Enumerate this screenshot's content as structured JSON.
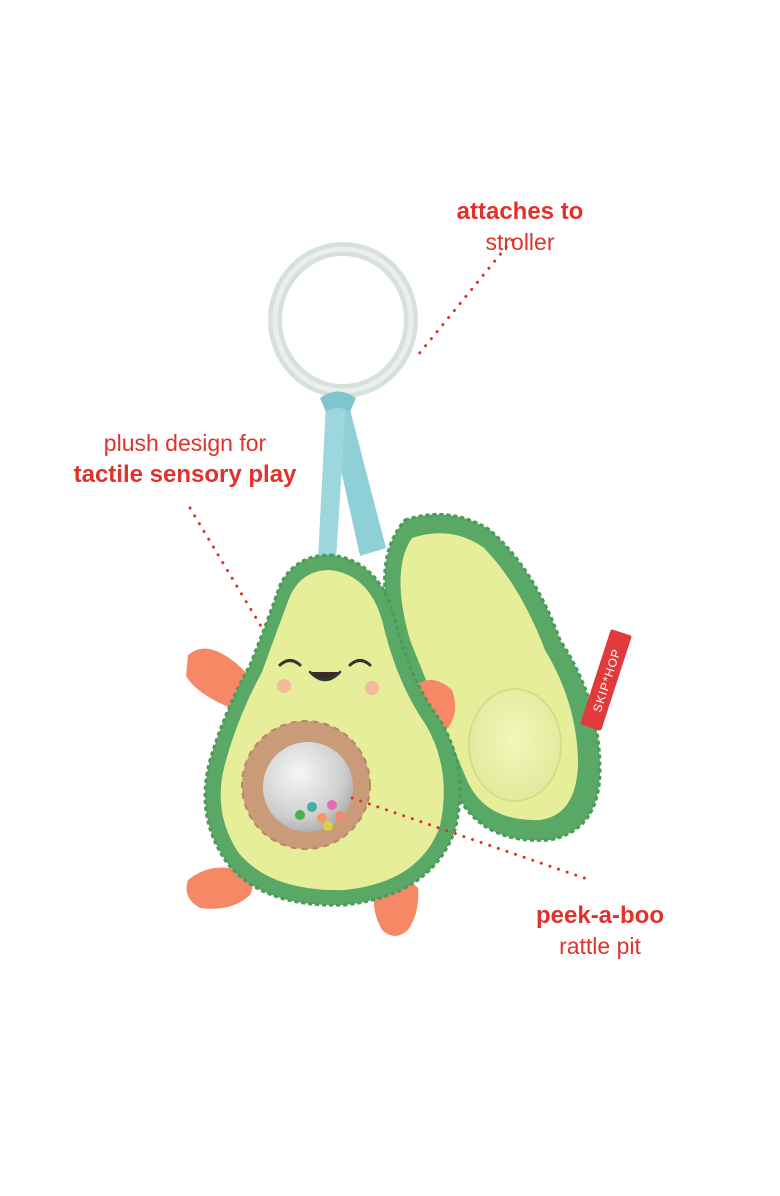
{
  "callouts": {
    "stroller": {
      "bold": "attaches to",
      "light": "stroller"
    },
    "plush": {
      "light": "plush design for",
      "bold": "tactile sensory play"
    },
    "rattle": {
      "bold": "peek-a-boo",
      "light": "rattle pit"
    }
  },
  "tag": {
    "text": "SKIP*HOP"
  },
  "colors": {
    "accent": "#e0322a",
    "avocado_flesh": "#e6ee9a",
    "avocado_skin": "#5aa866",
    "ribbon": "#8fd0d8",
    "ring": "#dfe6e2",
    "limbs": "#f78866",
    "rattle_rim": "#c99b78"
  }
}
